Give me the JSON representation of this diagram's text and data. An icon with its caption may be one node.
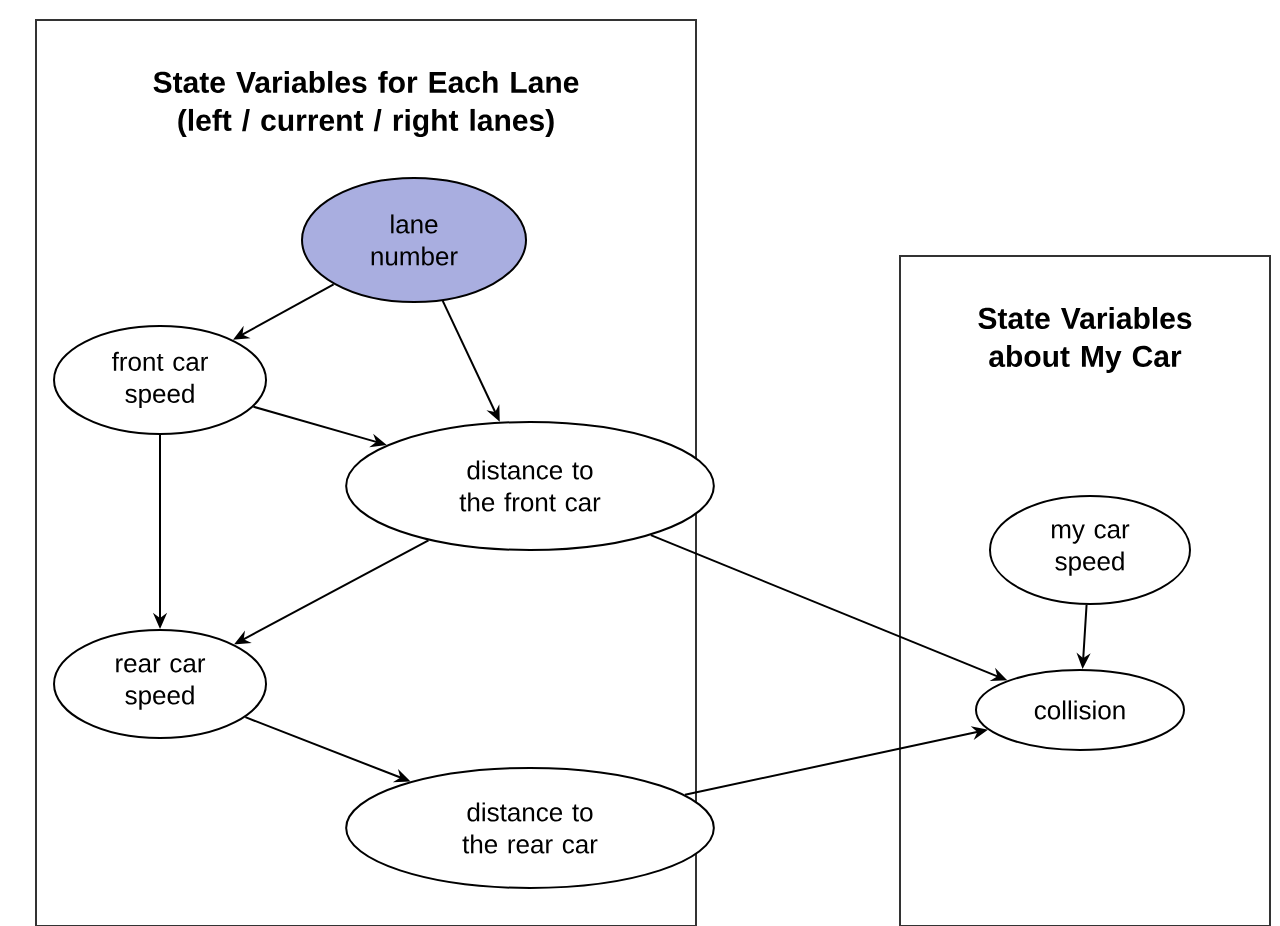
{
  "diagram": {
    "nodes": [
      {
        "text": [
          "State Variables for Each Lane (left / current / right lanes)"
        ]
      },
      {
        "text": [
          "lane number"
        ],
        "in": 0
      },
      {
        "text": [
          "front car speed"
        ],
        "in": 0
      },
      {
        "text": [
          "distance to the front car"
        ],
        "in": 0
      },
      {
        "text": [
          "rear car speed"
        ],
        "in": 0
      },
      {
        "text": [
          "distance to the rear car"
        ],
        "in": 0
      },
      {
        "text": [
          "State Variables about My Car"
        ]
      },
      {
        "text": [
          "my car speed"
        ],
        "in": 6
      },
      {
        "text": [
          "collision"
        ],
        "in": 6
      }
    ],
    "edges": [
      {
        "from": 1,
        "to": 2,
        "arrow": "to"
      },
      {
        "from": 1,
        "to": 3,
        "arrow": "to"
      },
      {
        "from": 2,
        "to": 3,
        "arrow": "to"
      },
      {
        "from": 2,
        "to": 4,
        "arrow": "to"
      },
      {
        "from": 3,
        "to": 4,
        "arrow": "to"
      },
      {
        "from": 4,
        "to": 5,
        "arrow": "to"
      },
      {
        "from": 3,
        "to": 8,
        "arrow": "to"
      },
      {
        "from": 5,
        "to": 8,
        "arrow": "to"
      },
      {
        "from": 7,
        "to": 8,
        "arrow": "to"
      }
    ]
  }
}
